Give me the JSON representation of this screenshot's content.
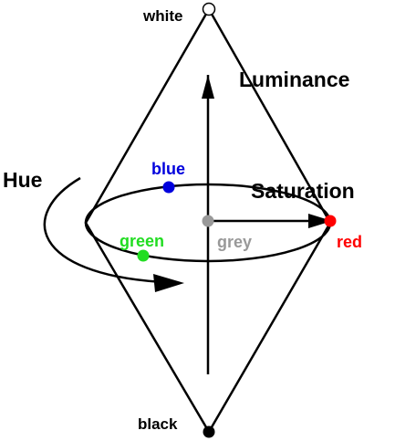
{
  "labels": {
    "white": "white",
    "black": "black",
    "luminance": "Luminance",
    "saturation": "Saturation",
    "hue": "Hue",
    "blue": "blue",
    "green": "green",
    "grey": "grey",
    "red": "red"
  },
  "colors": {
    "line": "#000000",
    "white_point": "#ffffff",
    "black_point": "#000000",
    "blue": "#0000dd",
    "green": "#22dd22",
    "grey": "#999999",
    "red": "#ff0000"
  }
}
